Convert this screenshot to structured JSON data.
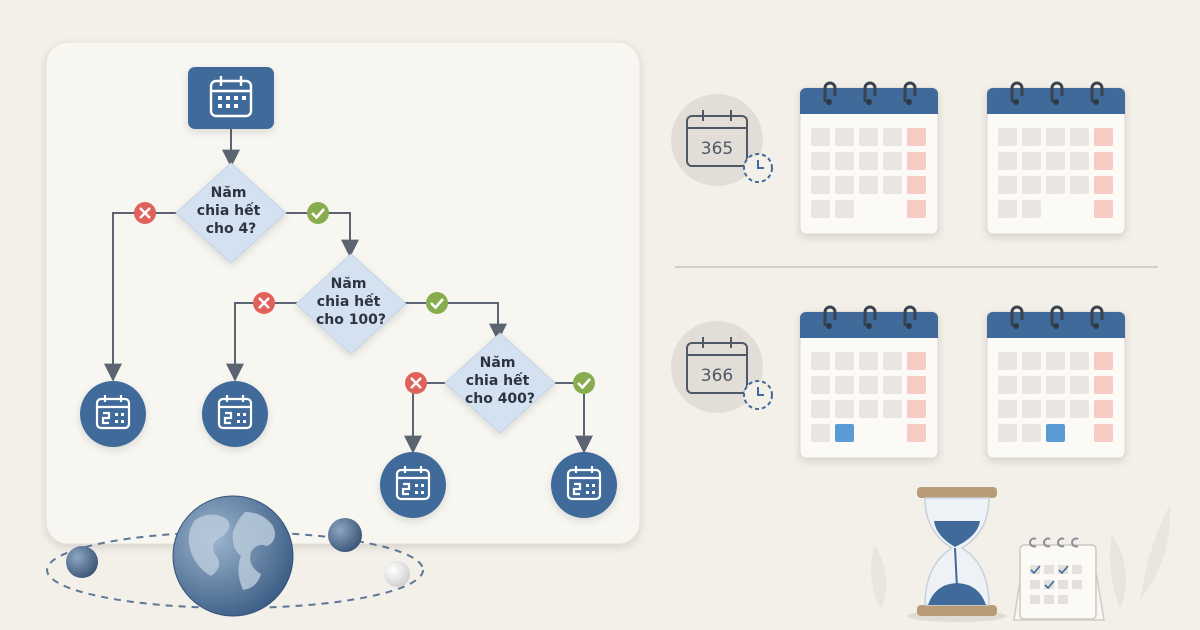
{
  "flowchart": {
    "start_icon": "calendar-icon",
    "decisions": [
      {
        "id": "div4",
        "lines": [
          "Năm",
          "chia hết",
          "cho 4?"
        ]
      },
      {
        "id": "div100",
        "lines": [
          "Năm",
          "chia hết",
          "cho 100?"
        ]
      },
      {
        "id": "div400",
        "lines": [
          "Năm",
          "chia hết",
          "cho 400?"
        ]
      }
    ],
    "no_icon": "cross-icon",
    "yes_icon": "check-icon",
    "result_icon": "calendar-result-icon"
  },
  "year_types": [
    {
      "days": "365",
      "leap_day_highlighted": false
    },
    {
      "days": "366",
      "leap_day_highlighted": true
    }
  ],
  "colors": {
    "navy": "#3f6a99",
    "diamond": "#d3e1f0",
    "no": "#e0625a",
    "yes": "#88ad4f",
    "weekend": "#f6cbc3",
    "leap_day": "#5b9bd5"
  },
  "decor": [
    "globe-icon",
    "orbit-planets",
    "hourglass-icon",
    "desk-calendar-icon"
  ]
}
